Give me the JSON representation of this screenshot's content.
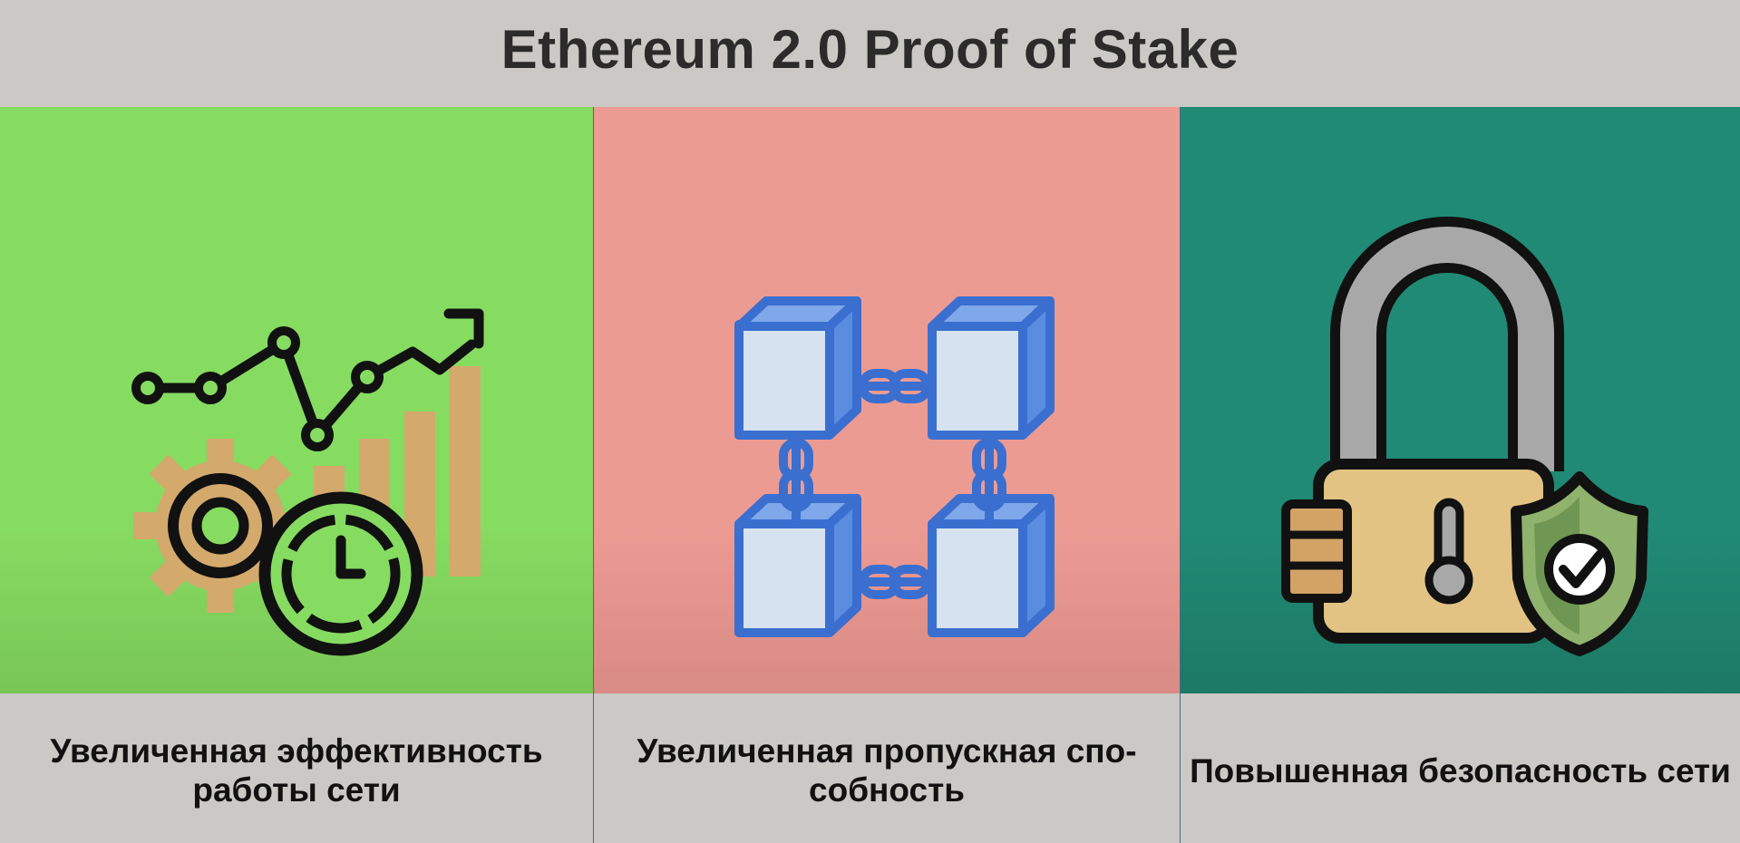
{
  "header": {
    "title": "Ethereum 2.0 Proof of Stake"
  },
  "panels": [
    {
      "caption": "Увеличенная эффективность работы сети",
      "icon": "efficiency-growth-icon",
      "color": "#86db61"
    },
    {
      "caption": "Увеличенная пропускная спо-собность",
      "icon": "blockchain-icon",
      "color": "#ec9b93"
    },
    {
      "caption": "Повышенная безопасность сети",
      "icon": "padlock-shield-icon",
      "color": "#208a74"
    }
  ]
}
